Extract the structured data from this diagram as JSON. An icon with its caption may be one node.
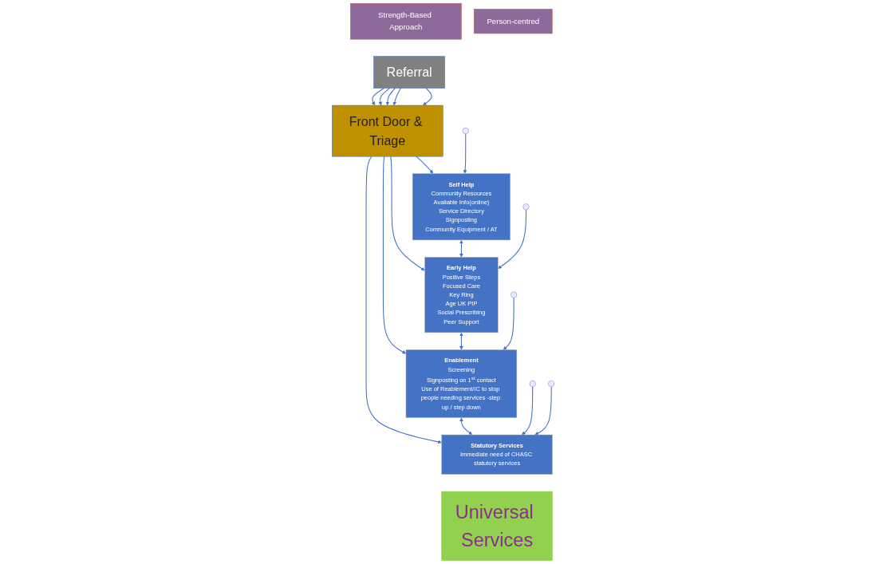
{
  "diagram": {
    "nodes": [
      {
        "text": [
          "Strength-Based Approach"
        ]
      },
      {
        "text": [
          "Person-centred"
        ]
      },
      {
        "text": [
          "Referral"
        ]
      },
      {
        "text": [
          "Front Door & Triage"
        ]
      },
      {
        "text": [
          "Self Help",
          "Community Resources",
          "Available Info(online)",
          "Service Directory",
          "Signposting",
          "Community Equipment / AT"
        ]
      },
      {
        "text": [
          "Early Help",
          "Positive Steps",
          "Focused Care",
          "Key Ring",
          "Age UK PIP",
          "Social Prescribing",
          "Peer Support"
        ]
      },
      {
        "text": [
          "Enablement",
          "Screening",
          "Signposting on 1$^{st}$ contact",
          "Use of Reablement/IC to stop people needing services -step up / step down"
        ]
      },
      {
        "text": [
          "Statutory Services",
          "Immediate need of CHASC statutory services"
        ]
      },
      {
        "text": [
          "Universal Services"
        ]
      }
    ],
    "edges": [
      {
        "from": 2,
        "to": 3,
        "arrow": "to"
      },
      {
        "from": 2,
        "to": 3,
        "arrow": "to"
      },
      {
        "from": 2,
        "to": 3,
        "arrow": "to"
      },
      {
        "from": 2,
        "to": 3,
        "arrow": "to"
      },
      {
        "from": 2,
        "to": 3,
        "arrow": "to"
      },
      {
        "from": 3,
        "to": 4,
        "arrow": "to"
      },
      {
        "from": 3,
        "to": 5,
        "arrow": "to"
      },
      {
        "from": 3,
        "to": 6,
        "arrow": "to"
      },
      {
        "from": 3,
        "to": 7,
        "arrow": "to"
      },
      {
        "from": 4,
        "to": 5,
        "arrow": "both"
      },
      {
        "from": 5,
        "to": 6,
        "arrow": "both"
      },
      {
        "from": 6,
        "to": 7,
        "arrow": "both"
      },
      {
        "from": null,
        "to": 7,
        "arrow": "to"
      },
      {
        "from": null,
        "to": 4,
        "arrow": "to"
      },
      {
        "from": null,
        "to": 5,
        "arrow": "to"
      },
      {
        "from": null,
        "to": 6,
        "arrow": "to"
      },
      {
        "from": null,
        "to": 7,
        "arrow": "to"
      }
    ]
  }
}
